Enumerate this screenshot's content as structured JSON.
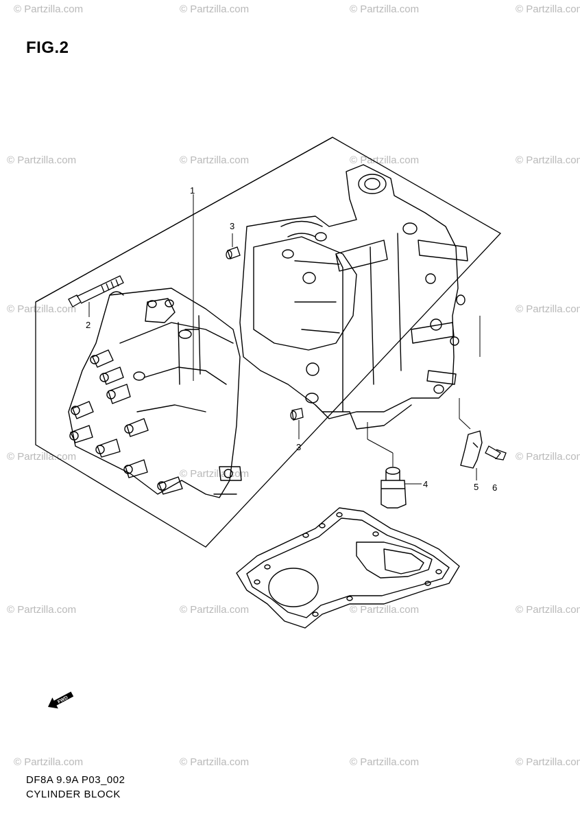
{
  "figure": {
    "title": "FIG.2",
    "model_code": "DF8A 9.9A P03_002",
    "caption": "CYLINDER BLOCK"
  },
  "watermark": {
    "text": "© Partzilla.com",
    "color": "#b9b9b9"
  },
  "callouts": [
    {
      "number": "1",
      "part": "cylinder-block-assembly"
    },
    {
      "number": "2",
      "part": "bolt"
    },
    {
      "number": "3",
      "part": "dowel-pin"
    },
    {
      "number": "3",
      "part": "dowel-pin"
    },
    {
      "number": "4",
      "part": "plug"
    },
    {
      "number": "5",
      "part": "clamp"
    },
    {
      "number": "6",
      "part": "bolt"
    }
  ],
  "direction_indicator": {
    "label": "FWD",
    "icon": "forward-arrow-icon"
  }
}
